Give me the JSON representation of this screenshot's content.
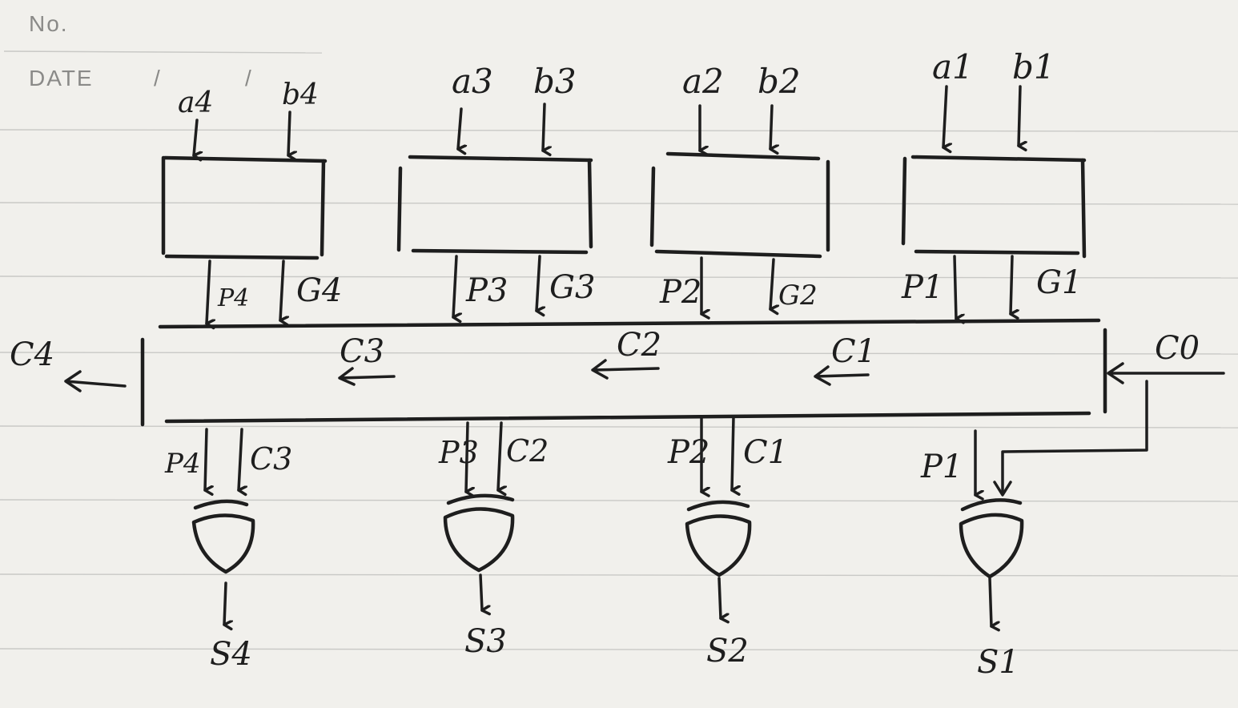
{
  "header": {
    "no_label": "No.",
    "date_label": "DATE",
    "date_sep_1": "/",
    "date_sep_2": "/"
  },
  "inputs": [
    {
      "a": "a4",
      "b": "b4"
    },
    {
      "a": "a3",
      "b": "b3"
    },
    {
      "a": "a2",
      "b": "b2"
    },
    {
      "a": "a1",
      "b": "b1"
    }
  ],
  "pg_outputs": [
    {
      "p": "P4",
      "g": "G4"
    },
    {
      "p": "P3",
      "g": "G3"
    },
    {
      "p": "P2",
      "g": "G2"
    },
    {
      "p": "P1",
      "g": "G1"
    }
  ],
  "carry_unit": {
    "c_out": "C4",
    "c_in": "C0",
    "internal": [
      "C3",
      "C2",
      "C1"
    ]
  },
  "xor_inputs": [
    {
      "p": "P4",
      "c": "C3"
    },
    {
      "p": "P3",
      "c": "C2"
    },
    {
      "p": "P2",
      "c": "C1"
    },
    {
      "p": "P1"
    }
  ],
  "sums": [
    "S4",
    "S3",
    "S2",
    "S1"
  ]
}
